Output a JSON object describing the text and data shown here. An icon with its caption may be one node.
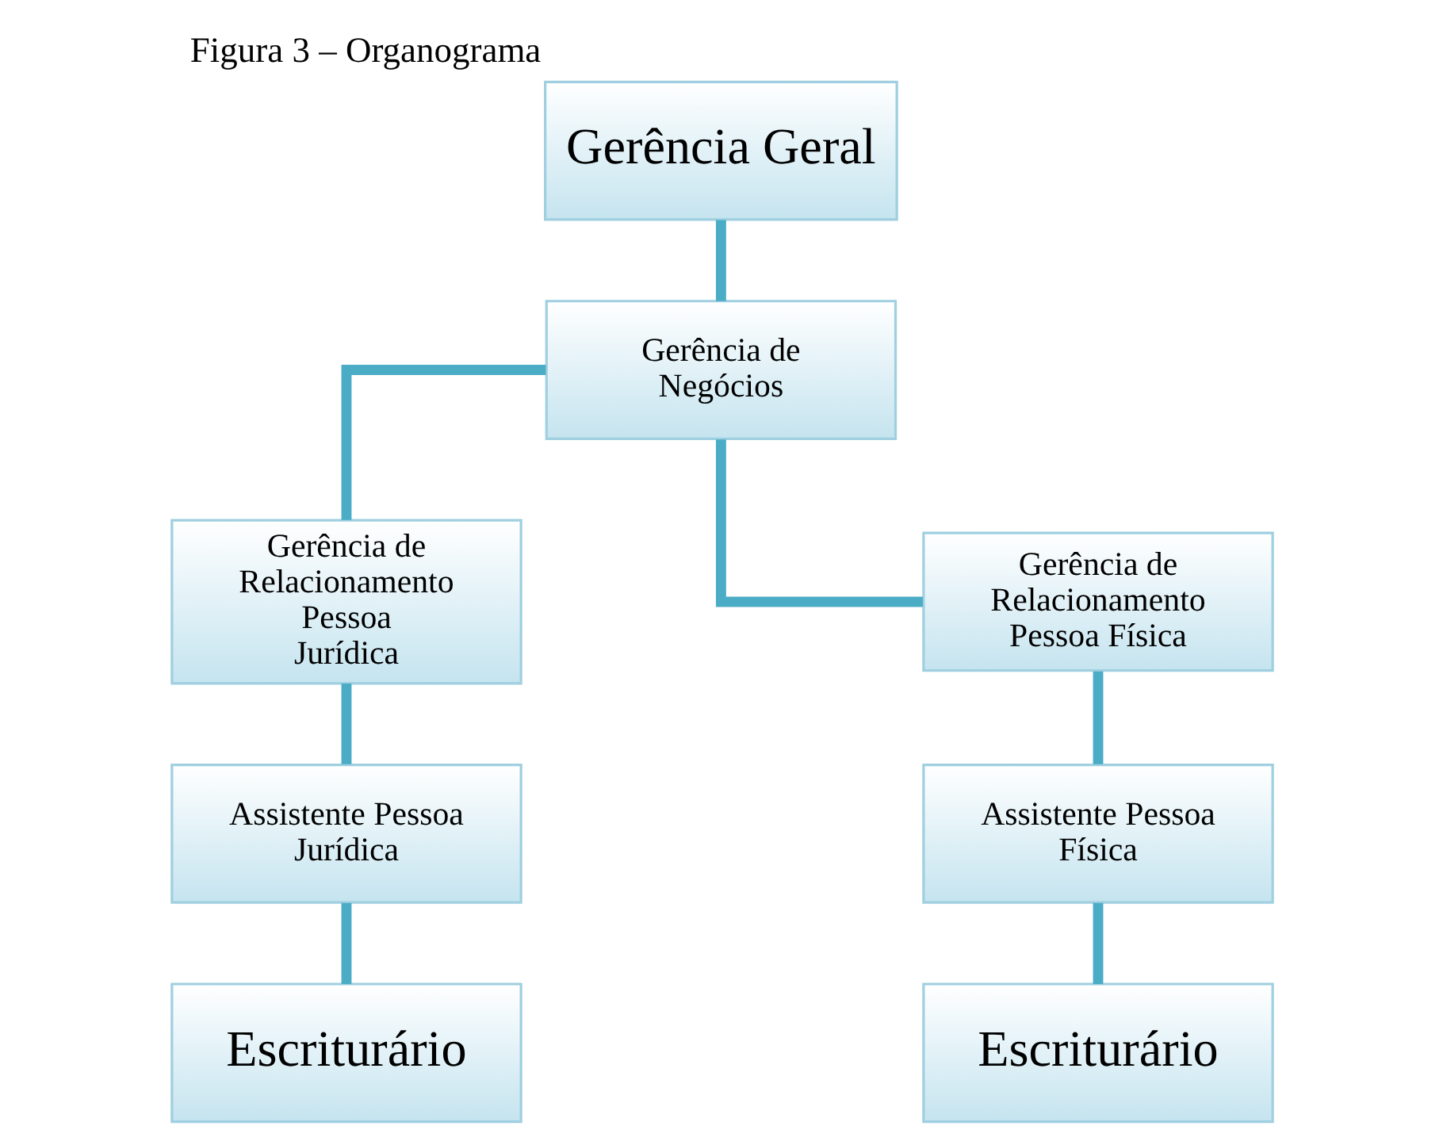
{
  "diagram": {
    "title": "Figura 3 – Organograma",
    "nodes": [
      {
        "text": [
          "Gerência Geral"
        ]
      },
      {
        "text": [
          "Gerência de Negócios"
        ]
      },
      {
        "text": [
          "Gerência de Relacionamento Pessoa Jurídica"
        ]
      },
      {
        "text": [
          "Gerência de Relacionamento Pessoa Física"
        ]
      },
      {
        "text": [
          "Assistente Pessoa Jurídica"
        ]
      },
      {
        "text": [
          "Assistente Pessoa Física"
        ]
      },
      {
        "text": [
          "Escriturário"
        ]
      },
      {
        "text": [
          "Escriturário"
        ]
      }
    ],
    "edges": [
      {
        "from": 0,
        "to": 1,
        "arrow": "none"
      },
      {
        "from": 1,
        "to": 2,
        "arrow": "none"
      },
      {
        "from": 1,
        "to": 3,
        "arrow": "none"
      },
      {
        "from": 2,
        "to": 4,
        "arrow": "none"
      },
      {
        "from": 4,
        "to": 6,
        "arrow": "none"
      },
      {
        "from": 3,
        "to": 5,
        "arrow": "none"
      },
      {
        "from": 5,
        "to": 7,
        "arrow": "none"
      }
    ]
  }
}
